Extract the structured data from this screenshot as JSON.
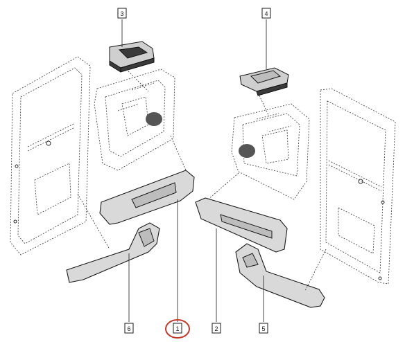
{
  "callouts": [
    {
      "id": "c3",
      "label": "3"
    },
    {
      "id": "c4",
      "label": "4"
    },
    {
      "id": "c6",
      "label": "6"
    },
    {
      "id": "c1",
      "label": "1"
    },
    {
      "id": "c2",
      "label": "2"
    },
    {
      "id": "c5",
      "label": "5"
    }
  ],
  "highlight": {
    "callout": "1",
    "color": "#c0392b"
  }
}
